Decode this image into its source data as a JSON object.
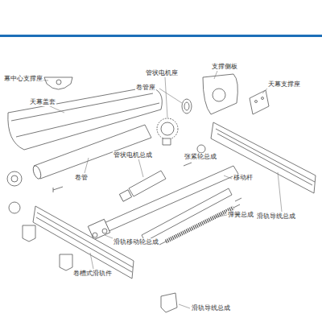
{
  "diagram": {
    "labels": [
      "幕中心支撑座",
      "天幕盖套",
      "管状电机座",
      "卷管座",
      "支撑侧板",
      "天幕支撑座",
      "管状电机总成",
      "张紧轮总成",
      "卷管",
      "移动杆",
      "滑轨导线总成",
      "弹簧总成",
      "滑轨移动轮总成",
      "卷槽式滑轨件",
      "滑轨导线总成"
    ]
  }
}
